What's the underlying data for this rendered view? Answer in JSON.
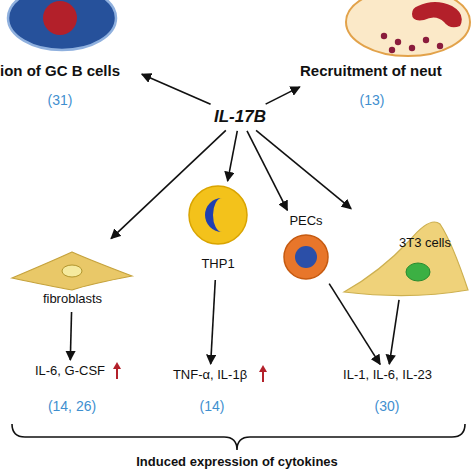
{
  "diagram": {
    "nodes": [
      {
        "text": [
          "ion of GC B cells"
        ]
      },
      {
        "text": [
          "Recruitment of neut"
        ]
      },
      {
        "text": [
          "IL-17B"
        ]
      },
      {
        "text": [
          "fibroblasts"
        ]
      },
      {
        "text": [
          "THP1"
        ]
      },
      {
        "text": [
          "PECs"
        ]
      },
      {
        "text": [
          "3T3 cells"
        ]
      },
      {
        "text": [
          "IL-6, G-CSF"
        ]
      },
      {
        "text": [
          "TNF-α, IL-1β"
        ]
      },
      {
        "text": [
          "IL-1, IL-6, IL-23"
        ]
      }
    ],
    "edges": [
      {
        "from": 2,
        "to": 0,
        "arrow": "to"
      },
      {
        "from": 2,
        "to": 1,
        "arrow": "to"
      },
      {
        "from": 2,
        "to": 3,
        "arrow": "to"
      },
      {
        "from": 2,
        "to": 4,
        "arrow": "to"
      },
      {
        "from": 2,
        "to": 5,
        "arrow": "to"
      },
      {
        "from": 2,
        "to": 6,
        "arrow": "to"
      },
      {
        "from": 3,
        "to": 7,
        "arrow": "to"
      },
      {
        "from": 4,
        "to": 8,
        "arrow": "to"
      },
      {
        "from": 5,
        "to": 9,
        "arrow": "to"
      },
      {
        "from": 6,
        "to": 9,
        "arrow": "to"
      }
    ],
    "labels": [
      "(31)",
      "(13)",
      "(14, 26)",
      "(14)",
      "(30)",
      "Induced expression of cytokines"
    ]
  }
}
